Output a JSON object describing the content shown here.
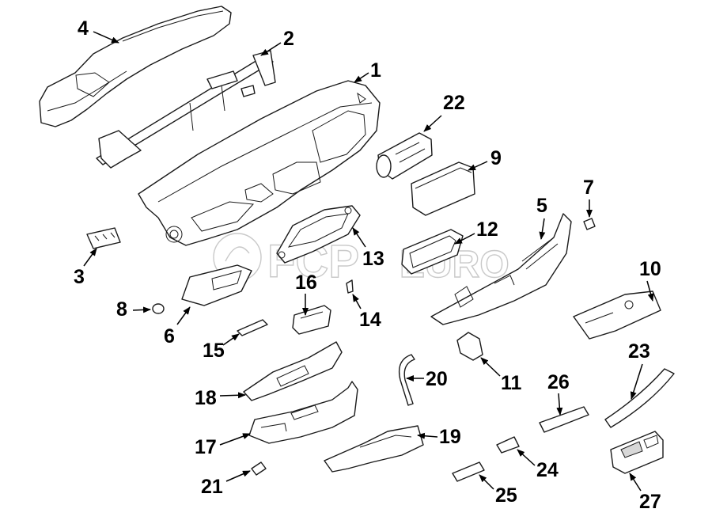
{
  "watermark": {
    "brand": "FCP",
    "suffix": "EURO",
    "color": "#c9c9c9"
  },
  "callouts": [
    "1",
    "2",
    "3",
    "4",
    "5",
    "6",
    "7",
    "8",
    "9",
    "10",
    "11",
    "12",
    "13",
    "14",
    "15",
    "16",
    "17",
    "18",
    "19",
    "20",
    "21",
    "22",
    "23",
    "24",
    "25",
    "26",
    "27"
  ],
  "colors": {
    "line": "#1a1a1a",
    "shade": "#d8d8d8",
    "background": "#ffffff"
  }
}
